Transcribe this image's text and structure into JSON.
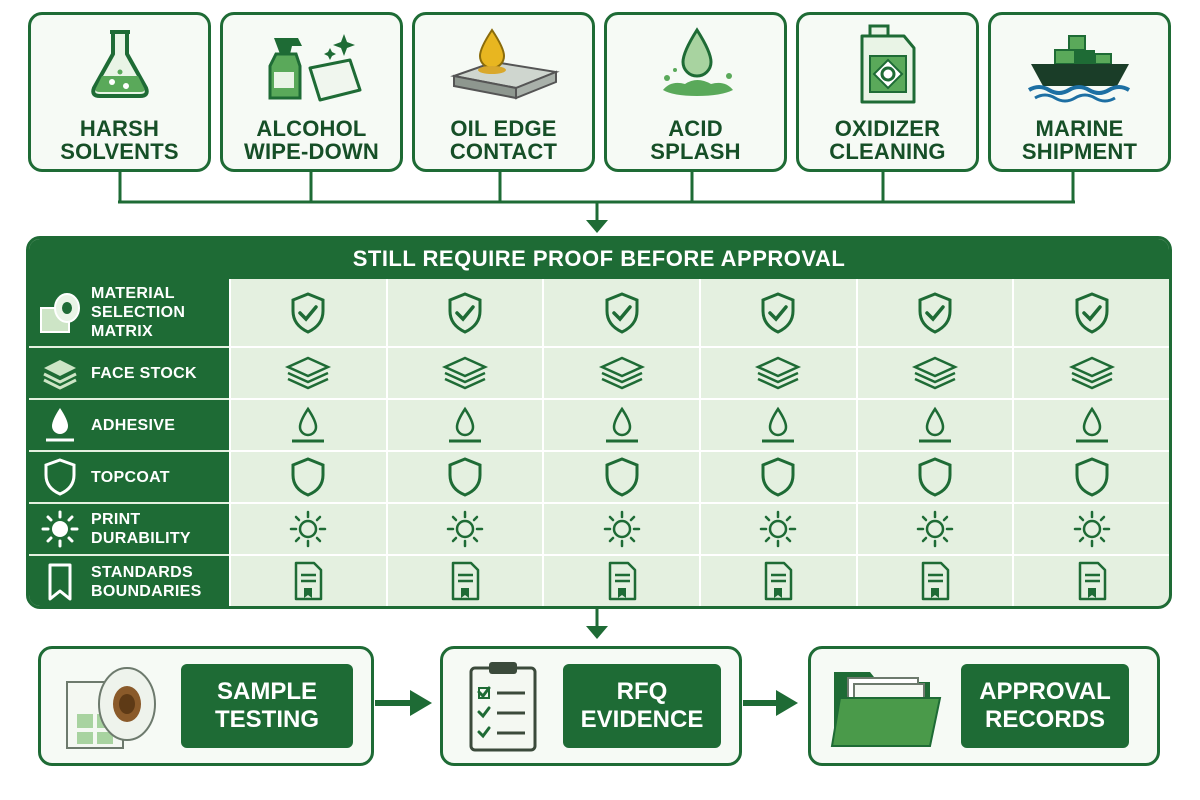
{
  "sources": [
    {
      "label": "HARSH\nSOLVENTS",
      "icon": "flask-icon"
    },
    {
      "label": "ALCOHOL\nWIPE-DOWN",
      "icon": "spray-bottle-icon"
    },
    {
      "label": "OIL EDGE\nCONTACT",
      "icon": "oil-drop-icon"
    },
    {
      "label": "ACID\nSPLASH",
      "icon": "acid-splash-icon"
    },
    {
      "label": "OXIDIZER\nCLEANING",
      "icon": "oxidizer-jug-icon"
    },
    {
      "label": "MARINE\nSHIPMENT",
      "icon": "ship-icon"
    }
  ],
  "matrix": {
    "title": "STILL REQUIRE PROOF BEFORE APPROVAL",
    "rows": [
      {
        "label": "MATERIAL\nSELECTION\nMATRIX",
        "icon": "label-roll-icon",
        "cell_icon": "shield-check-icon"
      },
      {
        "label": "FACE STOCK",
        "icon": "layers-icon",
        "cell_icon": "layers-icon"
      },
      {
        "label": "ADHESIVE",
        "icon": "drop-icon",
        "cell_icon": "drop-icon"
      },
      {
        "label": "TOPCOAT",
        "icon": "shield-icon",
        "cell_icon": "shield-icon"
      },
      {
        "label": "PRINT\nDURABILITY",
        "icon": "sun-icon",
        "cell_icon": "sun-icon"
      },
      {
        "label": "STANDARDS\nBOUNDARIES",
        "icon": "bookmark-icon",
        "cell_icon": "certificate-doc-icon"
      }
    ]
  },
  "steps": [
    {
      "label": "SAMPLE\nTESTING",
      "icon": "label-roll-icon"
    },
    {
      "label": "RFQ\nEVIDENCE",
      "icon": "clipboard-checklist-icon"
    },
    {
      "label": "APPROVAL\nRECORDS",
      "icon": "folder-icon"
    }
  ],
  "colors": {
    "primary": "#1e6b35",
    "light": "#e4f0e0",
    "accent": "#5aa95a"
  }
}
